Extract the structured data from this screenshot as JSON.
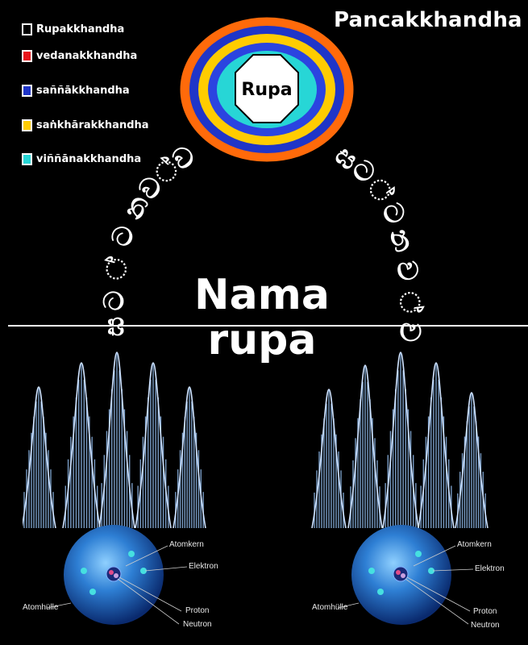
{
  "header": {
    "title": "Pancakkhandha"
  },
  "legend": [
    {
      "label": "Rupakkhandha",
      "color": "#000000"
    },
    {
      "label": "vedanakkhandha",
      "color": "#e8161b"
    },
    {
      "label": "saññākkhandha",
      "color": "#1f35c8"
    },
    {
      "label": "saṅkhārakkhandha",
      "color": "#ffcc00"
    },
    {
      "label": "viññānakkhandha",
      "color": "#27d6d6"
    }
  ],
  "rings": {
    "center_label": "Rupa",
    "colors": [
      "#ff6a0a",
      "#1f35c8",
      "#ffcc00",
      "#2b44e0",
      "#27d6d6"
    ]
  },
  "arcs": {
    "left_text": "ඝට්ටනව්ව",
    "right_text": "ඝට්ටනව්ව"
  },
  "main_title": {
    "line1": "Nama",
    "line2": "rupa"
  },
  "atoms": {
    "labels": {
      "nucleus": "Atomkern",
      "electron": "Elektron",
      "shell": "Atomhülle",
      "proton": "Proton",
      "neutron": "Neutron"
    }
  },
  "waves": {
    "peak_color": "#8fb8e8"
  }
}
